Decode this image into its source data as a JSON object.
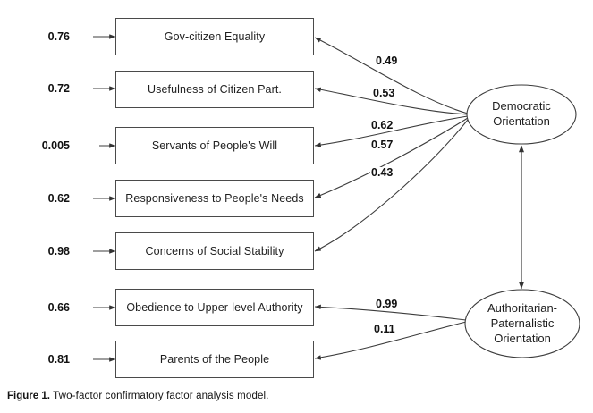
{
  "figure": {
    "caption_prefix": "Figure 1.",
    "caption_text": "Two-factor confirmatory factor analysis model."
  },
  "chart_data": {
    "type": "diagram",
    "title": "Two-factor confirmatory factor analysis model.",
    "diagram_kind": "confirmatory-factor-analysis-path-diagram",
    "factors": [
      {
        "id": "democratic",
        "label_line1": "Democratic",
        "label_line2": "Orientation",
        "shape": "ellipse"
      },
      {
        "id": "authoritarian",
        "label_line1": "Authoritarian-",
        "label_line2": "Paternalistic",
        "label_line3": "Orientation",
        "shape": "ellipse"
      }
    ],
    "indicators": [
      {
        "label": "Gov-citizen Equality",
        "error": "0.76",
        "loading": "0.49",
        "factor": "democratic"
      },
      {
        "label": "Usefulness of Citizen Part.",
        "error": "0.72",
        "loading": "0.53",
        "factor": "democratic"
      },
      {
        "label": "Servants of People's Will",
        "error": "0.005",
        "loading": "0.62",
        "factor": "democratic"
      },
      {
        "label": "Responsiveness to People's Needs",
        "error": "0.62",
        "loading": "0.57",
        "factor": "democratic"
      },
      {
        "label": "Concerns of Social Stability",
        "error": "0.98",
        "loading": "0.43",
        "factor": "democratic"
      },
      {
        "label": "Obedience to Upper-level Authority",
        "error": "0.66",
        "loading": "0.99",
        "factor": "authoritarian"
      },
      {
        "label": "Parents of the People",
        "error": "0.81",
        "loading": "0.11",
        "factor": "authoritarian"
      }
    ],
    "factor_covariance": {
      "between": [
        "democratic",
        "authoritarian"
      ],
      "label": "",
      "double_headed": true
    },
    "colors": {
      "line": "#4a4a4a",
      "text": "#1f1f1f",
      "background": "#ffffff"
    }
  }
}
